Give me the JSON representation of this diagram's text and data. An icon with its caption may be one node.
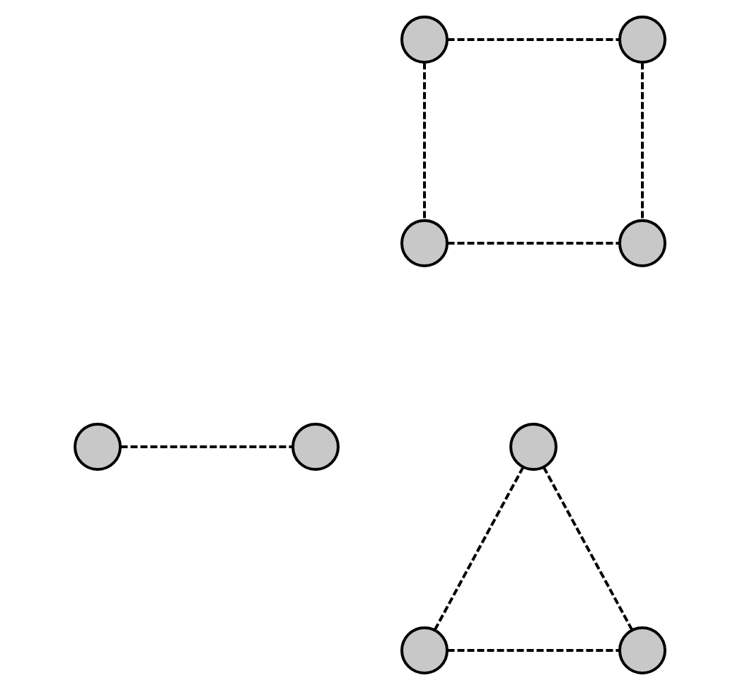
{
  "diagram": {
    "nodes": [
      {
        "text": [],
        "shape": "circle"
      },
      {
        "text": [],
        "shape": "circle"
      },
      {
        "text": [],
        "shape": "circle"
      },
      {
        "text": [],
        "shape": "circle"
      },
      {
        "text": [],
        "shape": "circle"
      },
      {
        "text": [],
        "shape": "circle"
      },
      {
        "text": [],
        "shape": "circle"
      },
      {
        "text": [],
        "shape": "circle"
      },
      {
        "text": [],
        "shape": "circle"
      }
    ],
    "edges": [
      {
        "from": 0,
        "to": 1,
        "arrow": "none",
        "style": "dashed"
      },
      {
        "from": 0,
        "to": 2,
        "arrow": "none",
        "style": "dashed"
      },
      {
        "from": 1,
        "to": 3,
        "arrow": "none",
        "style": "dashed"
      },
      {
        "from": 2,
        "to": 3,
        "arrow": "none",
        "style": "dashed"
      },
      {
        "from": 4,
        "to": 5,
        "arrow": "none",
        "style": "dashed"
      },
      {
        "from": 6,
        "to": 7,
        "arrow": "none",
        "style": "dashed"
      },
      {
        "from": 6,
        "to": 8,
        "arrow": "none",
        "style": "dashed"
      },
      {
        "from": 7,
        "to": 8,
        "arrow": "none",
        "style": "dashed"
      }
    ]
  }
}
